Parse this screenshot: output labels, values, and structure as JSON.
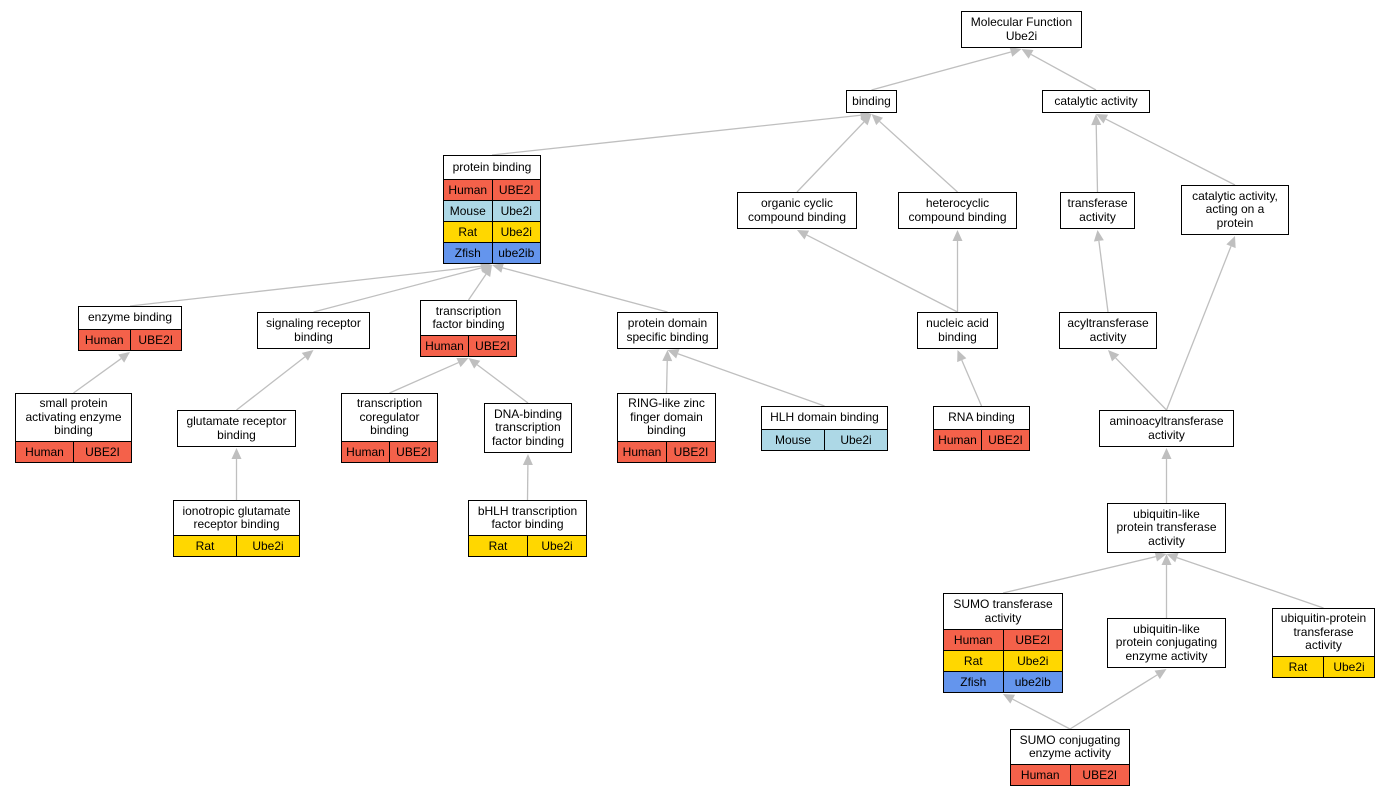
{
  "colors": {
    "Human": "#f4614a",
    "Mouse": "#add8e6",
    "Rat": "#ffd700",
    "Zfish": "#6495ed",
    "edge": "#bfbfbf"
  },
  "nodes": {
    "mf": {
      "title": "Molecular Function\nUbe2i",
      "rows": []
    },
    "binding": {
      "title": "binding",
      "rows": []
    },
    "catalytic": {
      "title": "catalytic activity",
      "rows": []
    },
    "protein_binding": {
      "title": "protein binding",
      "rows": [
        {
          "species": "Human",
          "gene": "UBE2I"
        },
        {
          "species": "Mouse",
          "gene": "Ube2i"
        },
        {
          "species": "Rat",
          "gene": "Ube2i"
        },
        {
          "species": "Zfish",
          "gene": "ube2ib"
        }
      ]
    },
    "organic_cyclic": {
      "title": "organic cyclic\ncompound binding",
      "rows": []
    },
    "heterocyclic": {
      "title": "heterocyclic\ncompound binding",
      "rows": []
    },
    "transferase": {
      "title": "transferase\nactivity",
      "rows": []
    },
    "cat_protein": {
      "title": "catalytic activity,\nacting on a\nprotein",
      "rows": []
    },
    "enzyme_binding": {
      "title": "enzyme binding",
      "rows": [
        {
          "species": "Human",
          "gene": "UBE2I"
        }
      ]
    },
    "signaling": {
      "title": "signaling receptor\nbinding",
      "rows": []
    },
    "tf_binding": {
      "title": "transcription\nfactor binding",
      "rows": [
        {
          "species": "Human",
          "gene": "UBE2I"
        }
      ]
    },
    "domain_binding": {
      "title": "protein domain\nspecific binding",
      "rows": []
    },
    "nucleic": {
      "title": "nucleic acid\nbinding",
      "rows": []
    },
    "acyltransferase": {
      "title": "acyltransferase\nactivity",
      "rows": []
    },
    "small_protein": {
      "title": "small protein\nactivating enzyme\nbinding",
      "rows": [
        {
          "species": "Human",
          "gene": "UBE2I"
        }
      ]
    },
    "glutamate": {
      "title": "glutamate receptor\nbinding",
      "rows": []
    },
    "coregulator": {
      "title": "transcription\ncoregulator\nbinding",
      "rows": [
        {
          "species": "Human",
          "gene": "UBE2I"
        }
      ]
    },
    "dna_binding_tf": {
      "title": "DNA-binding\ntranscription\nfactor binding",
      "rows": []
    },
    "ring_like": {
      "title": "RING-like zinc\nfinger domain\nbinding",
      "rows": [
        {
          "species": "Human",
          "gene": "UBE2I"
        }
      ]
    },
    "hlh": {
      "title": "HLH domain binding",
      "rows": [
        {
          "species": "Mouse",
          "gene": "Ube2i"
        }
      ]
    },
    "rna": {
      "title": "RNA binding",
      "rows": [
        {
          "species": "Human",
          "gene": "UBE2I"
        }
      ]
    },
    "aminoacyl": {
      "title": "aminoacyltransferase\nactivity",
      "rows": []
    },
    "ionotropic": {
      "title": "ionotropic glutamate\nreceptor binding",
      "rows": [
        {
          "species": "Rat",
          "gene": "Ube2i"
        }
      ]
    },
    "bhlh": {
      "title": "bHLH transcription\nfactor binding",
      "rows": [
        {
          "species": "Rat",
          "gene": "Ube2i"
        }
      ]
    },
    "ubl_transferase": {
      "title": "ubiquitin-like\nprotein transferase\nactivity",
      "rows": []
    },
    "sumo_transferase": {
      "title": "SUMO transferase\nactivity",
      "rows": [
        {
          "species": "Human",
          "gene": "UBE2I"
        },
        {
          "species": "Rat",
          "gene": "Ube2i"
        },
        {
          "species": "Zfish",
          "gene": "ube2ib"
        }
      ]
    },
    "ubl_conjugating": {
      "title": "ubiquitin-like\nprotein conjugating\nenzyme activity",
      "rows": []
    },
    "ub_protein_transferase": {
      "title": "ubiquitin-protein\ntransferase\nactivity",
      "rows": [
        {
          "species": "Rat",
          "gene": "Ube2i"
        }
      ]
    },
    "sumo_conjugating": {
      "title": "SUMO conjugating\nenzyme activity",
      "rows": [
        {
          "species": "Human",
          "gene": "UBE2I"
        }
      ]
    }
  },
  "edges": [
    [
      "binding",
      "mf"
    ],
    [
      "catalytic",
      "mf"
    ],
    [
      "protein_binding",
      "binding"
    ],
    [
      "organic_cyclic",
      "binding"
    ],
    [
      "heterocyclic",
      "binding"
    ],
    [
      "transferase",
      "catalytic"
    ],
    [
      "cat_protein",
      "catalytic"
    ],
    [
      "enzyme_binding",
      "protein_binding"
    ],
    [
      "signaling",
      "protein_binding"
    ],
    [
      "tf_binding",
      "protein_binding"
    ],
    [
      "domain_binding",
      "protein_binding"
    ],
    [
      "nucleic",
      "organic_cyclic"
    ],
    [
      "nucleic",
      "heterocyclic"
    ],
    [
      "acyltransferase",
      "transferase"
    ],
    [
      "small_protein",
      "enzyme_binding"
    ],
    [
      "glutamate",
      "signaling"
    ],
    [
      "coregulator",
      "tf_binding"
    ],
    [
      "dna_binding_tf",
      "tf_binding"
    ],
    [
      "ring_like",
      "domain_binding"
    ],
    [
      "hlh",
      "domain_binding"
    ],
    [
      "rna",
      "nucleic"
    ],
    [
      "aminoacyl",
      "acyltransferase"
    ],
    [
      "aminoacyl",
      "cat_protein"
    ],
    [
      "ionotropic",
      "glutamate"
    ],
    [
      "bhlh",
      "dna_binding_tf"
    ],
    [
      "ubl_transferase",
      "aminoacyl"
    ],
    [
      "sumo_transferase",
      "ubl_transferase"
    ],
    [
      "ubl_conjugating",
      "ubl_transferase"
    ],
    [
      "ub_protein_transferase",
      "ubl_transferase"
    ],
    [
      "sumo_conjugating",
      "sumo_transferase"
    ],
    [
      "sumo_conjugating",
      "ubl_conjugating"
    ]
  ]
}
